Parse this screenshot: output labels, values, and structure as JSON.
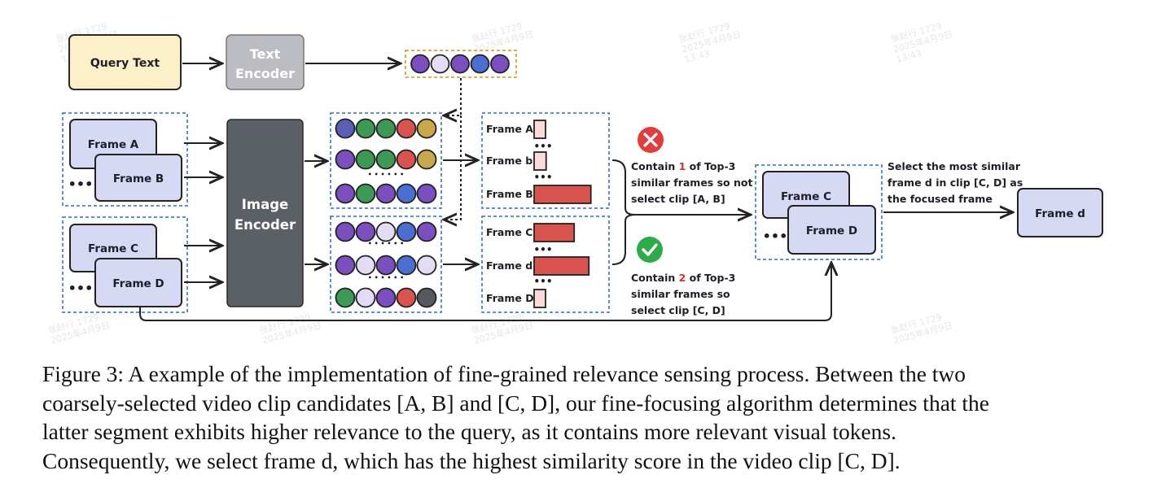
{
  "colors": {
    "query_fill": "#fdf0c8",
    "text_encoder_fill": "#bcbdc2",
    "image_encoder_fill": "#5b5f66",
    "frame_fill": "#d6d9f3",
    "bar_red": "#d9534f",
    "bar_light": "#fbdada",
    "dash_blue": "#4a7fd0",
    "dash_orange": "#e0a030",
    "cross_red": "#e23d3d",
    "check_green": "#2eaa4a",
    "highlight_number": "#d33333"
  },
  "diagram": {
    "query_text": "Query Text",
    "text_encoder": [
      "Text",
      "Encoder"
    ],
    "image_encoder": [
      "Image",
      "Encoder"
    ],
    "frames": {
      "a": "Frame A",
      "b": "Frame B",
      "c": "Frame C",
      "d": "Frame D",
      "ellipsis": "•••"
    },
    "token_rows": [
      [
        "#5a5fb5",
        "#3d9a56",
        "#3d9a56",
        "#d9534f",
        "#c8a84a"
      ],
      [
        "#7b4fc0",
        "#3d9a56",
        "#3d9a56",
        "#d9534f",
        "#c8a84a"
      ],
      [
        "#7b4fc0",
        "#3d9a56",
        "#7b4fc0",
        "#4a6fd0",
        "#7b4fc0"
      ],
      [
        "#7b4fc0",
        "#7b4fc0",
        "#e4dcf5",
        "#4a6fd0",
        "#7b4fc0"
      ],
      [
        "#7b4fc0",
        "#e4dcf5",
        "#7b4fc0",
        "#4a6fd0",
        "#e4dcf5"
      ],
      [
        "#3d9a56",
        "#e4dcf5",
        "#7b4fc0",
        "#d9534f",
        "#55585e"
      ]
    ],
    "query_tokens": [
      "#7b4fc0",
      "#e4dcf5",
      "#7b4fc0",
      "#4a6fd0",
      "#7b4fc0"
    ],
    "row_dots": "• • • • • •",
    "small_dots": "•••",
    "similarity_top": [
      {
        "label": "Frame A",
        "value": 0.12,
        "highlight": false
      },
      {
        "label": "Frame b",
        "value": 0.18,
        "highlight": false
      },
      {
        "label": "Frame B",
        "value": 0.85,
        "highlight": true
      }
    ],
    "similarity_bottom": [
      {
        "label": "Frame C",
        "value": 0.6,
        "highlight": true
      },
      {
        "label": "Frame d",
        "value": 0.82,
        "highlight": true
      },
      {
        "label": "Frame D",
        "value": 0.1,
        "highlight": false
      }
    ],
    "reject_text": {
      "pre": "Contain ",
      "num": "1",
      "post": " of Top-3",
      "line2": "similar frames so not",
      "line3": "select clip [A, B]"
    },
    "accept_text": {
      "pre": "Contain ",
      "num": "2",
      "post": " of Top-3",
      "line2": "similar frames so",
      "line3": "select clip [C, D]"
    },
    "selected_clip": {
      "c": "Frame C",
      "d": "Frame D"
    },
    "select_text": [
      "Select the most similar",
      "frame d in clip [C, D] as",
      "the focused frame"
    ],
    "output_frame": "Frame d",
    "watermark": [
      "张赵行 1729",
      "2025年4月9日",
      "13:43"
    ]
  },
  "caption": [
    "Figure 3: A example of the implementation of fine-grained relevance sensing process. Between the two",
    "coarsely-selected video clip candidates [A, B] and [C, D], our fine-focusing algorithm determines that the",
    "latter segment exhibits higher relevance to the query, as it contains more relevant visual tokens.",
    "Consequently, we select frame d, which has the highest similarity score in the video clip [C, D]."
  ]
}
